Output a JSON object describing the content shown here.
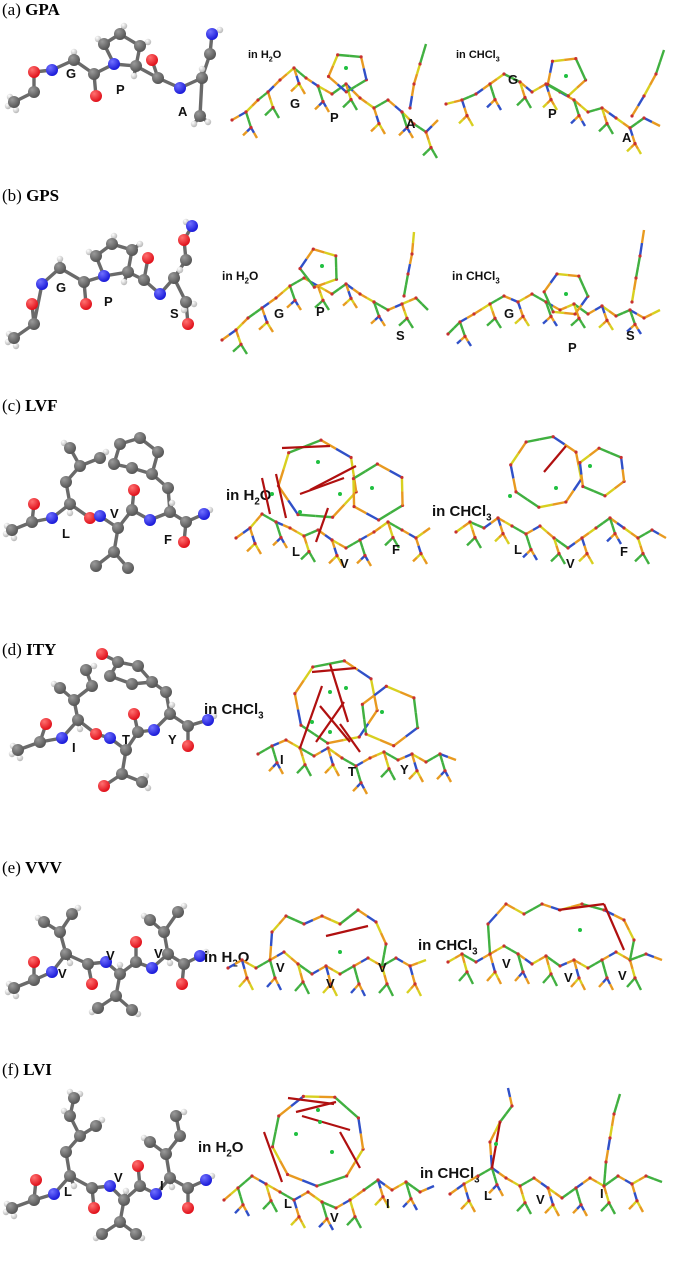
{
  "panels": [
    {
      "label": "(a)",
      "name": "GPA",
      "residues": [
        "G",
        "P",
        "A"
      ],
      "solvents": [
        {
          "text": "in H",
          "sub": "2",
          "tail": "O"
        },
        {
          "text": "in CHCl",
          "sub": "3",
          "tail": ""
        }
      ]
    },
    {
      "label": "(b)",
      "name": "GPS",
      "residues": [
        "G",
        "P",
        "S"
      ],
      "solvents": [
        {
          "text": "in H",
          "sub": "2",
          "tail": "O"
        },
        {
          "text": "in CHCl",
          "sub": "3",
          "tail": ""
        }
      ]
    },
    {
      "label": "(c)",
      "name": "LVF",
      "residues": [
        "L",
        "V",
        "F"
      ],
      "solvents": [
        {
          "text": "in H",
          "sub": "2",
          "tail": "O"
        },
        {
          "text": "in CHCl",
          "sub": "3",
          "tail": ""
        }
      ]
    },
    {
      "label": "(d)",
      "name": "ITY",
      "residues": [
        "I",
        "T",
        "Y"
      ],
      "solvents": [
        {
          "text": "in CHCl",
          "sub": "3",
          "tail": ""
        }
      ]
    },
    {
      "label": "(e)",
      "name": "VVV",
      "residues": [
        "V",
        "V",
        "V"
      ],
      "solvents": [
        {
          "text": "in H",
          "sub": "2",
          "tail": "O"
        },
        {
          "text": "in CHCl",
          "sub": "3",
          "tail": ""
        }
      ]
    },
    {
      "label": "(f)",
      "name": "LVI",
      "residues": [
        "L",
        "V",
        "I"
      ],
      "solvents": [
        {
          "text": "in H",
          "sub": "2",
          "tail": "O"
        },
        {
          "text": "in CHCl",
          "sub": "3",
          "tail": ""
        }
      ]
    }
  ],
  "colors": {
    "carbon": "#555555",
    "oxygen": "#e0101a",
    "nitrogen": "#1a1ad8",
    "hydrogen": "#e8e8e8",
    "bond_orange": "#e89a20",
    "bond_yellow": "#d8d020",
    "bond_green": "#40b040",
    "bond_blue": "#3050c8",
    "hbond_red": "#b01010",
    "cp_green": "#20c040"
  }
}
